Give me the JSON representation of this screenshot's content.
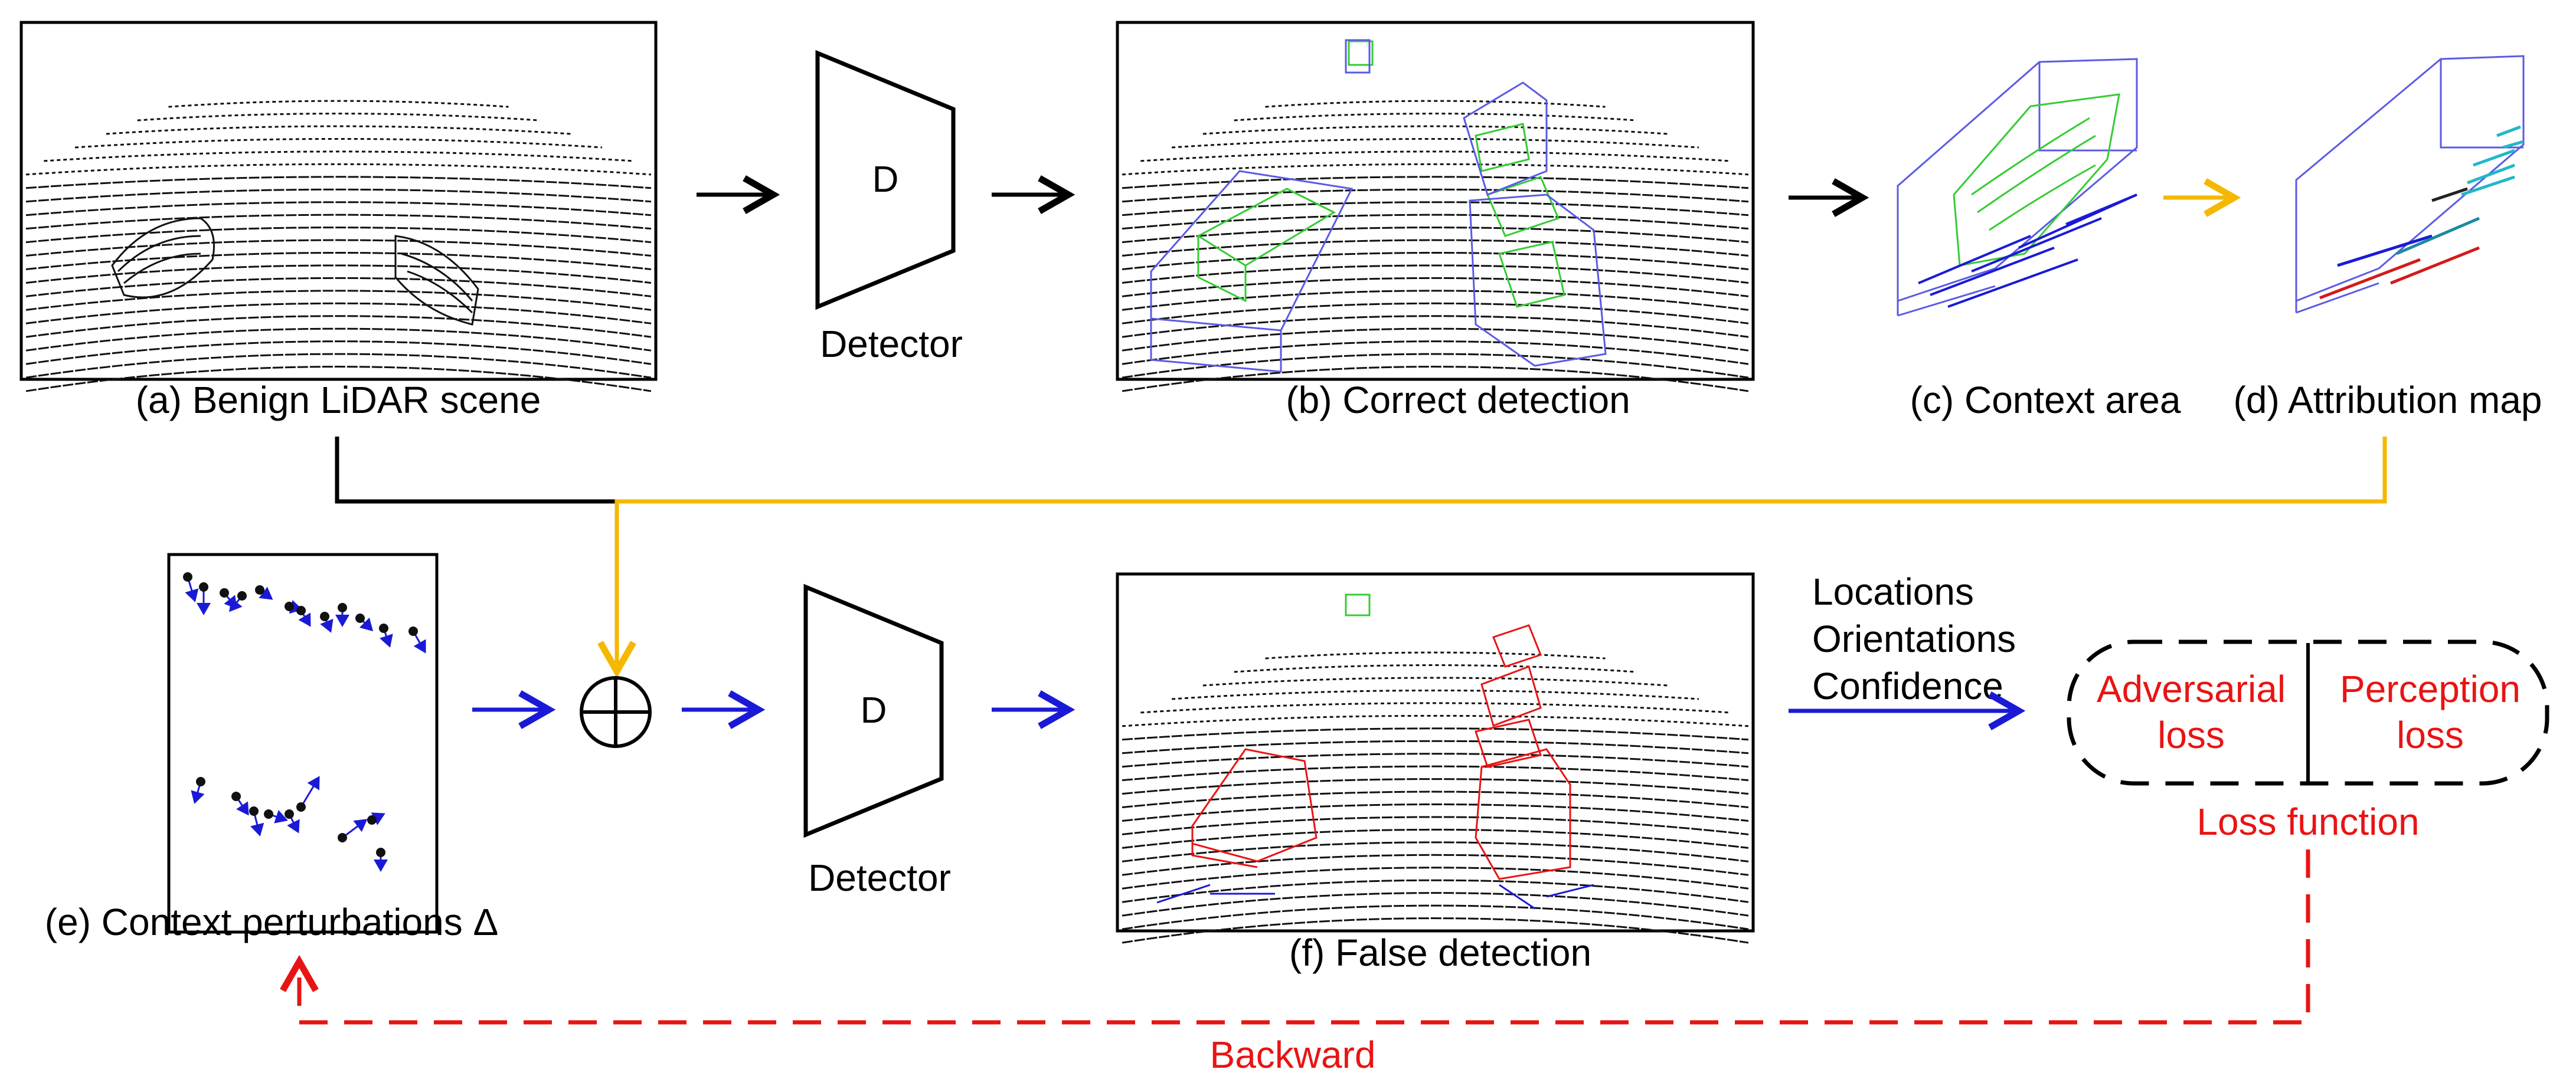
{
  "captions": {
    "a": "(a) Benign LiDAR scene",
    "b": "(b) Correct detection",
    "c": "(c) Context area",
    "d": "(d) Attribution map",
    "e": "(e) Context perturbations Δ",
    "f": "(f) False detection"
  },
  "detector": {
    "letter": "D",
    "label": "Detector"
  },
  "outputs": {
    "locations": "Locations",
    "orientations": "Orientations",
    "confidence": "Confidence"
  },
  "loss": {
    "adversarial_line1": "Adversarial",
    "adversarial_line2": "loss",
    "perception_line1": "Perception",
    "perception_line2": "loss",
    "function_label": "Loss function"
  },
  "backward_label": "Backward",
  "colors": {
    "black": "#000000",
    "yellow": "#f5b800",
    "blue": "#1a1ad6",
    "red": "#e81414",
    "green": "#33cc33",
    "box_blue": "#5a5ae6",
    "teal": "#1fb8c8"
  }
}
